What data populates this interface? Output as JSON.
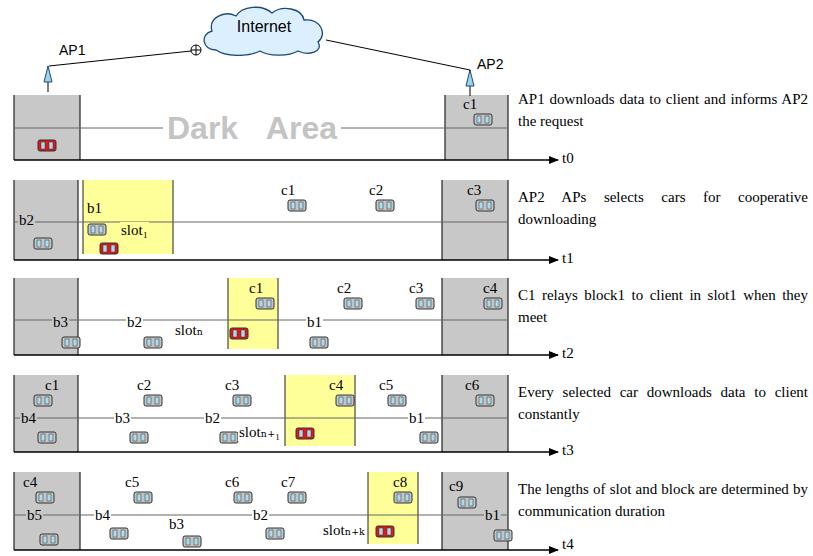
{
  "diagram": {
    "nodes": [
      {
        "text": [
          "Internet"
        ]
      }
    ],
    "labels": [
      "Dark Area",
      "t0",
      "AP1",
      "AP2",
      "c1",
      "AP1 downloads data to client and informs AP2 the request",
      "b2",
      "b1",
      "slot₁",
      "c1",
      "c2",
      "c3",
      "t1",
      "AP2 APs selects cars for cooperative downloading",
      "c1",
      "c2",
      "c3",
      "c4",
      "b3",
      "b2",
      "slotₙ",
      "b1",
      "t2",
      "C1 relays block1 to client in slot1 when they meet",
      "c1",
      "c2",
      "c3",
      "c4",
      "c5",
      "c6",
      "b4",
      "b3",
      "b2",
      "slotₙ₊₁",
      "b1",
      "t3",
      "Every selected car downloads data to client constantly",
      "c4",
      "c5",
      "c6",
      "c7",
      "c8",
      "c9",
      "b5",
      "b4",
      "b3",
      "b2",
      "b1",
      "slotₙ₊ₖ",
      "t4",
      "The lengths of slot and block are determined by communication duration"
    ]
  }
}
